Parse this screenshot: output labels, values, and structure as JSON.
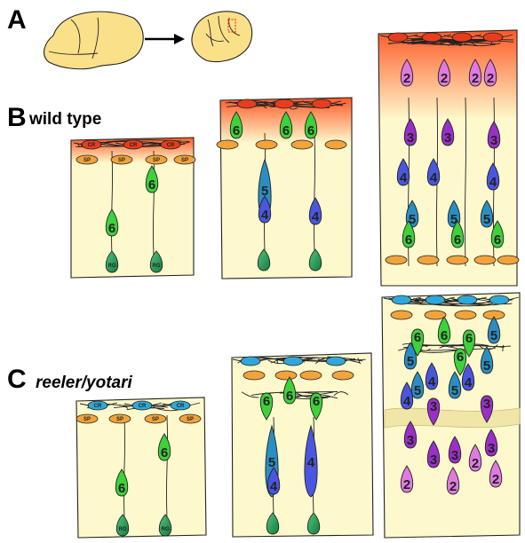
{
  "panels": {
    "a": {
      "letter": "A"
    },
    "b": {
      "letter": "B",
      "title": "wild type"
    },
    "c": {
      "letter": "C",
      "title": "reeler/yotari"
    }
  },
  "cell_labels": {
    "cajal_retzius": "CR",
    "subplate": "SP",
    "radial_glia": "RG"
  },
  "layer_labels": {
    "l2": "2",
    "l3": "3",
    "l4": "4",
    "l5": "5",
    "l6": "6"
  },
  "colors": {
    "background": "#fdf9cc",
    "marginal_zone_top": "#ff5a28",
    "cajal_retzius": "#e83c1e",
    "cajal_retzius_reeler": "#2fa8d8",
    "subplate": "#f2a33a",
    "radial_glia": "#1f9a55",
    "layer6": "#3dd23a",
    "layer5": "#2a8ec4",
    "layer4": "#4a56e0",
    "layer3": "#9a2fc9",
    "layer2": "#e07ae0",
    "brain": "#fbe08a",
    "arrow": "#000000"
  }
}
